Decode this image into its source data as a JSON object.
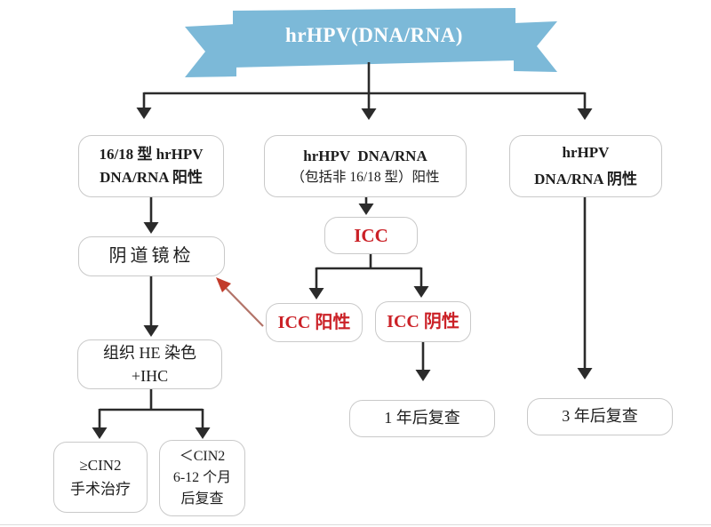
{
  "banner": {
    "label": "hrHPV(DNA/RNA)"
  },
  "nodes": {
    "left_branch": {
      "line1": "16/18 型 hrHPV",
      "line2": "DNA/RNA 阳性"
    },
    "mid_branch": {
      "line1": "hrHPV  DNA/RNA",
      "line2": "（包括非 16/18 型）阳性"
    },
    "right_branch": {
      "line1": "hrHPV",
      "line2": "DNA/RNA 阴性"
    },
    "colposcopy": {
      "line1": "阴道镜检"
    },
    "histology": {
      "line1": "组织 HE 染色",
      "line2": "+IHC"
    },
    "cin2_surgery": {
      "line1": "≥CIN2",
      "line2": "手术治疗"
    },
    "cin2_followup": {
      "line1": "＜CIN2",
      "line2": "6-12 个月",
      "line3": "后复查"
    },
    "icc": {
      "line1": "ICC"
    },
    "icc_positive": {
      "line1": "ICC 阳性"
    },
    "icc_negative": {
      "line1": "ICC 阴性"
    },
    "review_1yr": {
      "line1": "1 年后复查"
    },
    "review_3yr": {
      "line1": "3 年后复查"
    }
  },
  "colors": {
    "ribbon_blue": "#7cb9d8",
    "red_text": "#cb2127",
    "connector_line": "#2b2b2b",
    "box_border": "#c9c9c9",
    "red_arrow_head": "#c23b2a",
    "red_arrow_line": "#b27368"
  }
}
